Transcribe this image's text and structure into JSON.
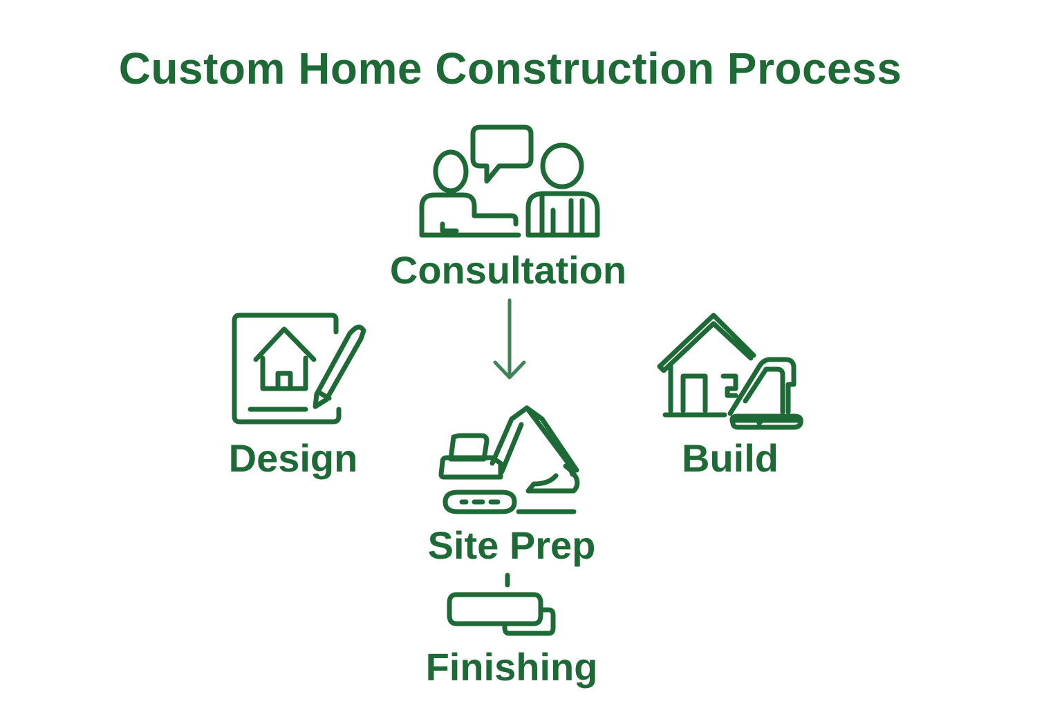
{
  "title": "Custom Home Construction Process",
  "colors": {
    "primary": "#1d6a36",
    "arrow": "#3d8558",
    "background": "#ffffff"
  },
  "steps": [
    {
      "id": "consultation",
      "label": "Consultation",
      "icon": "consultation-icon"
    },
    {
      "id": "design",
      "label": "Design",
      "icon": "house-blueprint-pencil-icon"
    },
    {
      "id": "site_prep",
      "label": "Site Prep",
      "icon": "excavator-icon"
    },
    {
      "id": "build",
      "label": "Build",
      "icon": "house-excavator-icon"
    },
    {
      "id": "finishing",
      "label": "Finishing",
      "icon": "paint-roller-icon"
    }
  ]
}
